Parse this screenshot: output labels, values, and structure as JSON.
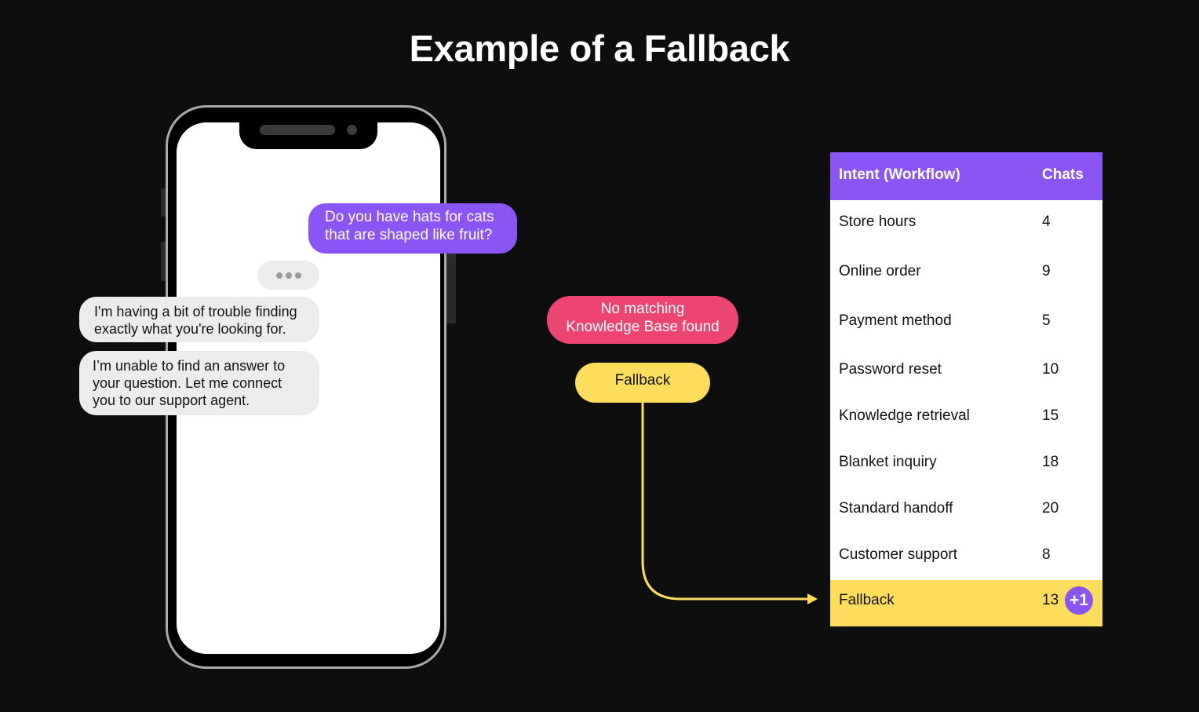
{
  "title": "Example of a Fallback",
  "chat": {
    "user_message": "Do you have hats for cats\nthat are shaped like fruit?",
    "bot_messages": [
      "I'm having a bit of trouble finding\nexactly what you're looking for.",
      "I’m unable to find an answer to\nyour question. Let me connect\nyou to our support agent."
    ]
  },
  "flow": {
    "no_match_label": "No matching\nKnowledge Base found",
    "fallback_label": "Fallback"
  },
  "table": {
    "headers": [
      "Intent (Workflow)",
      "Chats"
    ],
    "rows": [
      {
        "intent": "Store hours",
        "chats": "4"
      },
      {
        "intent": "Online order",
        "chats": "9"
      },
      {
        "intent": "Payment method",
        "chats": "5"
      },
      {
        "intent": "Password reset",
        "chats": "10"
      },
      {
        "intent": "Knowledge retrieval",
        "chats": "15"
      },
      {
        "intent": "Blanket inquiry",
        "chats": "18"
      },
      {
        "intent": "Standard handoff",
        "chats": "20"
      },
      {
        "intent": "Customer support",
        "chats": "8"
      },
      {
        "intent": "Fallback",
        "chats": "13",
        "badge": "+1"
      }
    ]
  },
  "colors": {
    "background": "#0e0e0e",
    "purple": "#8b55f5",
    "pink": "#ec4572",
    "yellow": "#ffdd5c"
  }
}
